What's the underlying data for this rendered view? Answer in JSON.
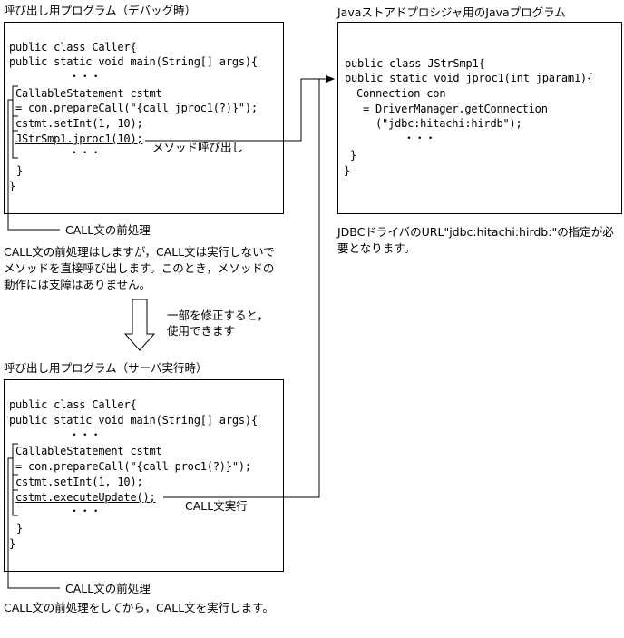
{
  "debug": {
    "title": "呼び出し用プログラム（デバッグ時）",
    "code": {
      "l1": "public class Caller{",
      "l2": " public static void main(String[] args){",
      "l3": "・・・",
      "l4": "CallableStatement cstmt",
      "l5": " = con.prepareCall(\"{call jproc1(?)}\");",
      "l6": "cstmt.setInt(1, 10);",
      "l7": "JStrSmp1.jproc1(10);",
      "l8": "・・・",
      "l9": "}",
      "l10": "}"
    },
    "call_label": "メソッド呼び出し",
    "pre_label": "CALL文の前処理",
    "note": "CALL文の前処理はしますが，CALL文は実行しないでメソッドを直接呼び出します。このとき，メソッドの動作には支障はありません。"
  },
  "java": {
    "title": "Javaストアドプロシジャ用のJavaプログラム",
    "code": {
      "l1": "public class JStrSmp1{",
      "l2": " public static void jproc1(int jparam1){",
      "l3": "Connection con",
      "l4": "= DriverManager.getConnection",
      "l5": "(\"jdbc:hitachi:hirdb\");",
      "l6": "・・・",
      "l7": "}",
      "l8": "}"
    },
    "note": "JDBCドライバのURL\"jdbc:hitachi:hirdb:\"の指定が必要となります。"
  },
  "transition": {
    "label_1": "一部を修正すると，",
    "label_2": "使用できます"
  },
  "server": {
    "title": "呼び出し用プログラム（サーバ実行時）",
    "code": {
      "l1": "public class Caller{",
      "l2": " public static void main(String[] args){",
      "l3": "・・・",
      "l4": "CallableStatement cstmt",
      "l5": " = con.prepareCall(\"{call proc1(?)}\");",
      "l6": "cstmt.setInt(1, 10);",
      "l7": "cstmt.executeUpdate();",
      "l8": "・・・",
      "l9": "}",
      "l10": "}"
    },
    "call_label": "CALL文実行",
    "pre_label": "CALL文の前処理",
    "note": "CALL文の前処理をしてから，CALL文を実行します。"
  }
}
